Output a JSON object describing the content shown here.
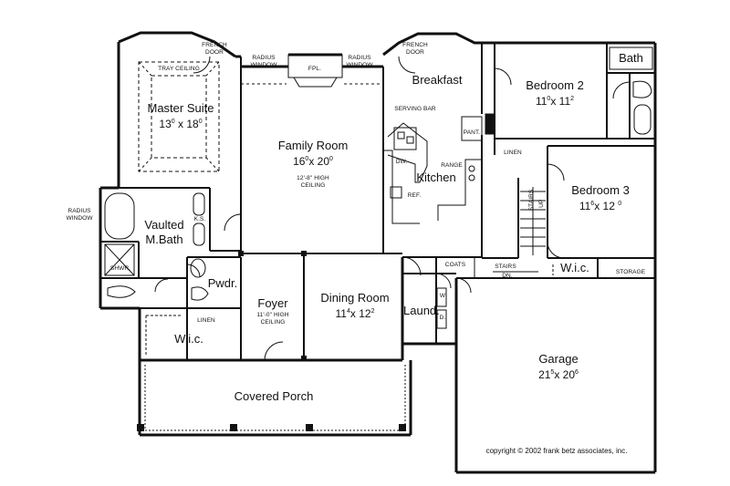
{
  "rooms": {
    "master_suite": {
      "name": "Master Suite",
      "w": "13",
      "wi": "0",
      "l": "18",
      "li": "0"
    },
    "family_room": {
      "name": "Family Room",
      "w": "16",
      "wi": "0",
      "l": "20",
      "li": "0"
    },
    "breakfast": {
      "name": "Breakfast"
    },
    "kitchen": {
      "name": "Kitchen"
    },
    "bedroom2": {
      "name": "Bedroom 2",
      "w": "11",
      "wi": "0",
      "l": "11",
      "li": "2"
    },
    "bedroom3": {
      "name": "Bedroom 3",
      "w": "11",
      "wi": "6",
      "l": "12",
      "li": "0"
    },
    "bath": {
      "name": "Bath"
    },
    "vaulted_bath": {
      "name1": "Vaulted",
      "name2": "M.Bath"
    },
    "powder": {
      "name": "Pwdr."
    },
    "foyer": {
      "name": "Foyer"
    },
    "dining_room": {
      "name": "Dining Room",
      "w": "11",
      "wi": "4",
      "l": "12",
      "li": "2"
    },
    "laundry": {
      "name": "Laund."
    },
    "garage": {
      "name": "Garage",
      "w": "21",
      "wi": "5",
      "l": "20",
      "li": "6"
    },
    "covered_porch": {
      "name": "Covered Porch"
    },
    "wic_master": {
      "name": "W.i.c."
    },
    "wic_bed3": {
      "name": "W.i.c."
    }
  },
  "notes": {
    "tray_ceiling": "TRAY CEILING",
    "french_door": "FRENCH",
    "door": "DOOR",
    "radius": "RADIUS",
    "window": "WINDOW",
    "fpl": "FPL.",
    "family_ceiling1": "12'-8\" HIGH",
    "family_ceiling2": "CEILING",
    "foyer_ceiling1": "11'-0\" HIGH",
    "foyer_ceiling2": "CEILING",
    "serving_bar": "SERVING BAR",
    "dw": "DW.",
    "range": "RANGE",
    "ref": "REF.",
    "pant": "PANT.",
    "linen": "LINEN",
    "stairs": "STAIRS",
    "up": "UP",
    "dn": "DN.",
    "coats": "COATS",
    "storage": "STORAGE",
    "shwr": "SHWR.",
    "ks": "K.S.",
    "w": "W",
    "d": "D."
  },
  "copyright": "copyright © 2002 frank betz associates, inc."
}
